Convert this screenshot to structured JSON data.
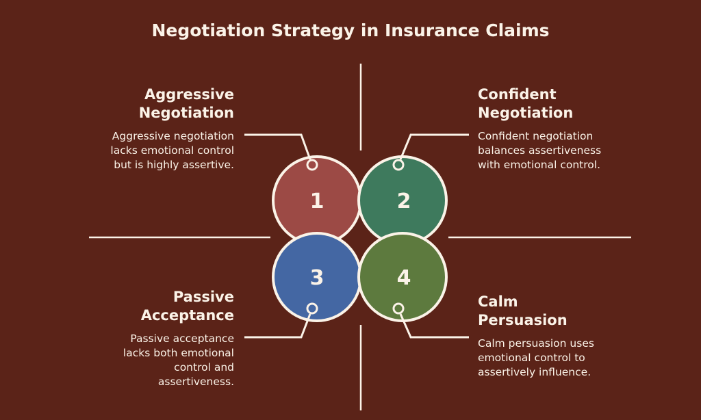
{
  "title": "Negotiation Strategy in Insurance Claims",
  "quadrants": [
    {
      "number": "1",
      "heading": "Aggressive Negotiation",
      "description": "Aggressive negotiation lacks emotional control but is highly assertive.",
      "color": "#9c4a45"
    },
    {
      "number": "2",
      "heading": "Confident Negotiation",
      "description": "Confident negotiation balances assertiveness with emotional control.",
      "color": "#3e7a5d"
    },
    {
      "number": "3",
      "heading": "Passive Acceptance",
      "description": "Passive acceptance lacks both emotional control and assertiveness.",
      "color": "#4467a3"
    },
    {
      "number": "4",
      "heading": "Calm Persuasion",
      "description": "Calm persuasion uses emotional control to assertively influence.",
      "color": "#5d7a3e"
    }
  ]
}
